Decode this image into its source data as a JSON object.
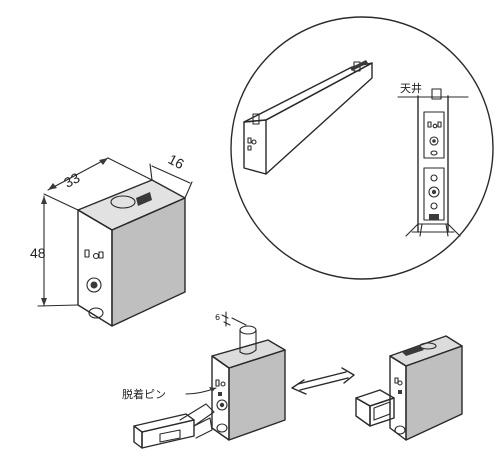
{
  "dimensions": {
    "width": "33",
    "depth": "16",
    "height": "48"
  },
  "labels": {
    "ceiling": "天井",
    "release_pin": "脱着ピン"
  }
}
